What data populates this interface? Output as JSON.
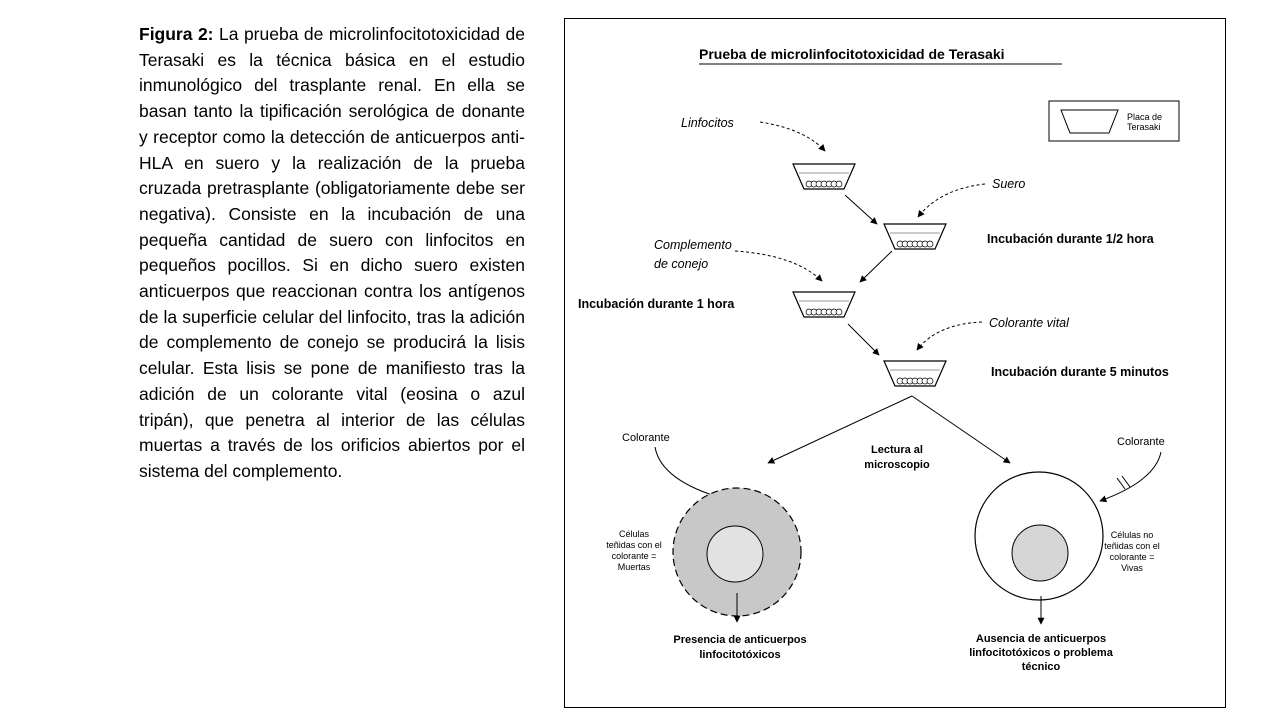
{
  "caption": {
    "label": "Figura 2:",
    "text": " La prueba de microlinfocitotoxicidad de Terasaki es la técnica básica en el estudio inmunológico del trasplante renal. En ella se basan tanto la tipificación serológica de donante y receptor como la detección de anticuerpos anti-HLA en suero y la realización de la prueba cruzada pretrasplante (obligatoriamente debe ser negativa). Consiste en la incubación de una pequeña cantidad de suero con linfocitos en pequeños pocillos. Si en dicho suero existen anticuerpos que reaccionan contra los antígenos de la superficie celular del linfocito, tras la adición de complemento de conejo se producirá la lisis celular. Esta lisis se pone de manifiesto tras la adición de un colorante vital (eosina o azul tripán), que penetra al interior de las células muertas a través de los orificios abiertos por el sistema del complemento."
  },
  "diagram": {
    "title": "Prueba de microlinfocitotoxicidad  de Terasaki",
    "legend_line1": "Placa de",
    "legend_line2": "Terasaki",
    "linfocitos": "Linfocitos",
    "suero": "Suero",
    "incubacion_media_hora": "Incubación durante 1/2 hora",
    "complemento_line1": "Complemento",
    "complemento_line2": "de conejo",
    "incubacion_1_hora": "Incubación durante 1 hora",
    "colorante_vital": "Colorante vital",
    "incubacion_5_min": "Incubación durante 5 minutos",
    "lectura_line1": "Lectura al",
    "lectura_line2": "microscopio",
    "colorante_left": "Colorante",
    "colorante_right": "Colorante",
    "left_note": [
      "Células",
      "teñidas con el",
      "colorante =",
      "Muertas"
    ],
    "right_note": [
      "Células no",
      "teñidas con el",
      "colorante =",
      "Vivas"
    ],
    "result_left": [
      "Presencia de anticuerpos",
      "linfocitotóxicos"
    ],
    "result_right": [
      "Ausencia de anticuerpos",
      "linfocitotóxicos o problema",
      "técnico"
    ],
    "colors": {
      "dead_cell": "#c8c8c8",
      "nucleus": "#d9d9d9",
      "line": "#000000"
    }
  }
}
